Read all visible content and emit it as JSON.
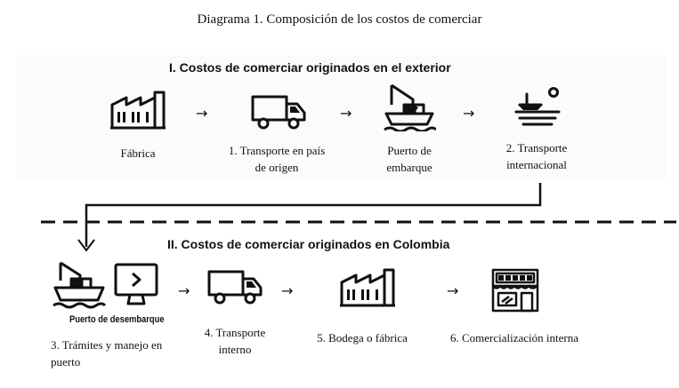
{
  "title": "Diagrama 1. Composición de los costos de comerciar",
  "section1": {
    "heading": "I. Costos de comerciar originados en el exterior",
    "steps": [
      {
        "icon": "factory-icon",
        "label": "Fábrica"
      },
      {
        "icon": "truck-icon",
        "label": "1. Transporte en país de origen"
      },
      {
        "icon": "ship-crane-icon",
        "label": "Puerto de embarque"
      },
      {
        "icon": "sea-transport-icon",
        "label": "2. Transporte internacional"
      }
    ]
  },
  "section2": {
    "heading": "II. Costos de comerciar originados en Colombia",
    "port_caption": "Puerto de desembarque",
    "steps": [
      {
        "icon": "port-customs-icon",
        "label": "3. Trámites y manejo en puerto"
      },
      {
        "icon": "truck-icon",
        "label": "4. Transporte interno"
      },
      {
        "icon": "warehouse-icon",
        "label": "5. Bodega o fábrica"
      },
      {
        "icon": "store-icon",
        "label": "6. Comercialización interna"
      }
    ]
  },
  "arrow_glyph": "→"
}
